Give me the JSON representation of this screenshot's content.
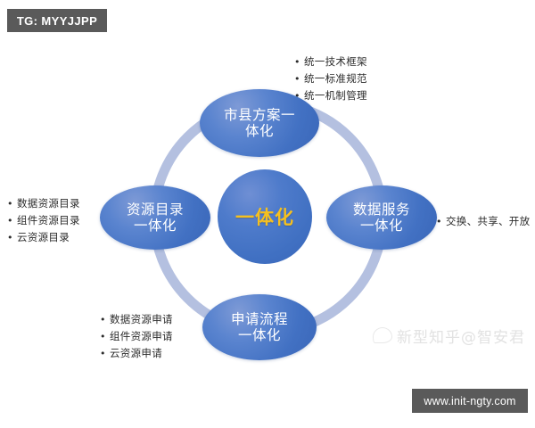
{
  "badges": {
    "tg_label": "TG: MYYJJPP",
    "url_label": "www.init-ngty.com"
  },
  "watermark": {
    "text": "新型知乎@智安君",
    "logo_icon": "wechat-icon"
  },
  "colors": {
    "node_blue": "#4472C4",
    "center_gold": "#FFC000",
    "ring_periwinkle": "#B4C0E0",
    "badge_gray": "#5A5A5A",
    "text_dark": "#2B2B2B",
    "node_text": "#FFFFFF"
  },
  "diagram": {
    "type": "hub-and-spoke-ring",
    "center": {
      "label": "一体化"
    },
    "nodes": {
      "top": {
        "line1": "市县方案一",
        "line2": "体化"
      },
      "left": {
        "line1": "资源目录",
        "line2": "一体化"
      },
      "right": {
        "line1": "数据服务",
        "line2": "一体化"
      },
      "bottom": {
        "line1": "申请流程",
        "line2": "一体化"
      }
    },
    "bullet_groups": {
      "top_right": {
        "items": [
          "统一技术框架",
          "统一标准规范",
          "统一机制管理"
        ]
      },
      "left": {
        "items": [
          "数据资源目录",
          "组件资源目录",
          "云资源目录"
        ]
      },
      "bottom_left": {
        "items": [
          "数据资源申请",
          "组件资源申请",
          "云资源申请"
        ]
      },
      "right": {
        "items": [
          "交换、共享、开放"
        ]
      }
    },
    "bullet_marker": "•"
  }
}
